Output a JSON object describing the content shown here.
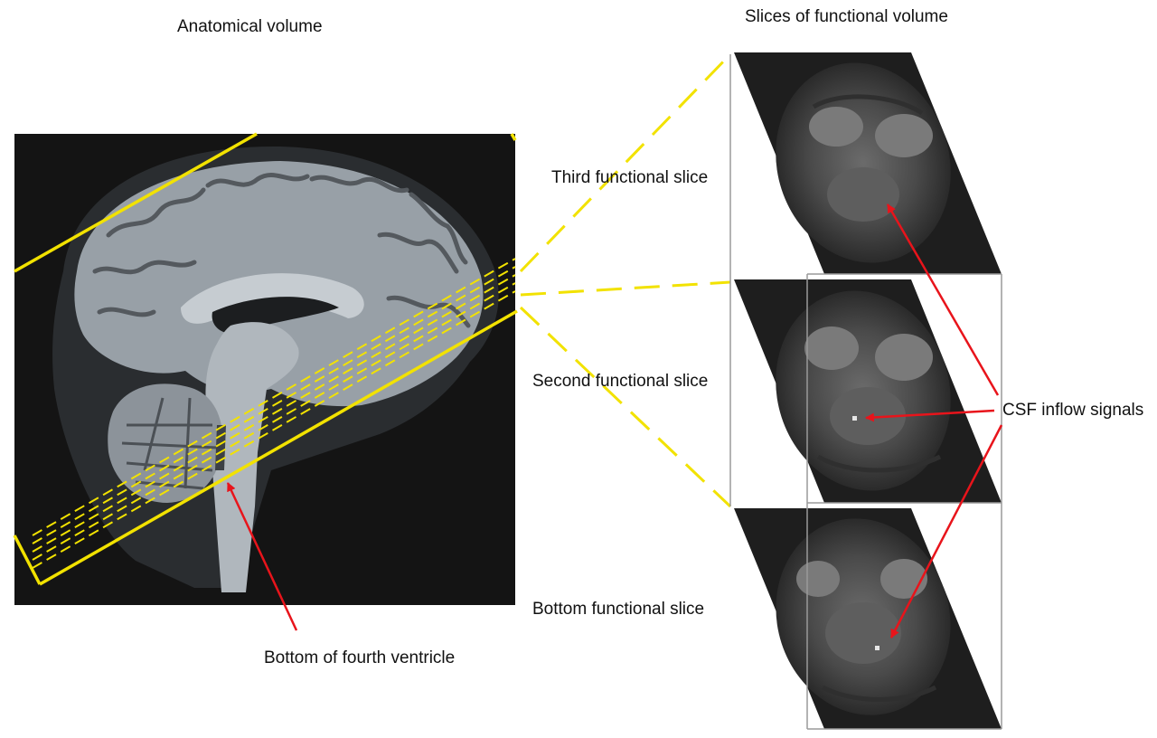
{
  "labels": {
    "anatomical_volume": "Anatomical volume",
    "slices_of_functional_volume": "Slices of functional volume",
    "third_functional_slice": "Third functional slice",
    "second_functional_slice": "Second functional slice",
    "bottom_functional_slice": "Bottom functional slice",
    "csf_inflow_signals": "CSF inflow signals",
    "bottom_of_fourth_ventricle": "Bottom of fourth ventricle"
  },
  "colors": {
    "slab_outline": "#f2e200",
    "arrow": "#e8141b",
    "image_background": "#141414",
    "brain_tissue": "#9aa1a8",
    "slice_frame": "#9a9a9a"
  }
}
